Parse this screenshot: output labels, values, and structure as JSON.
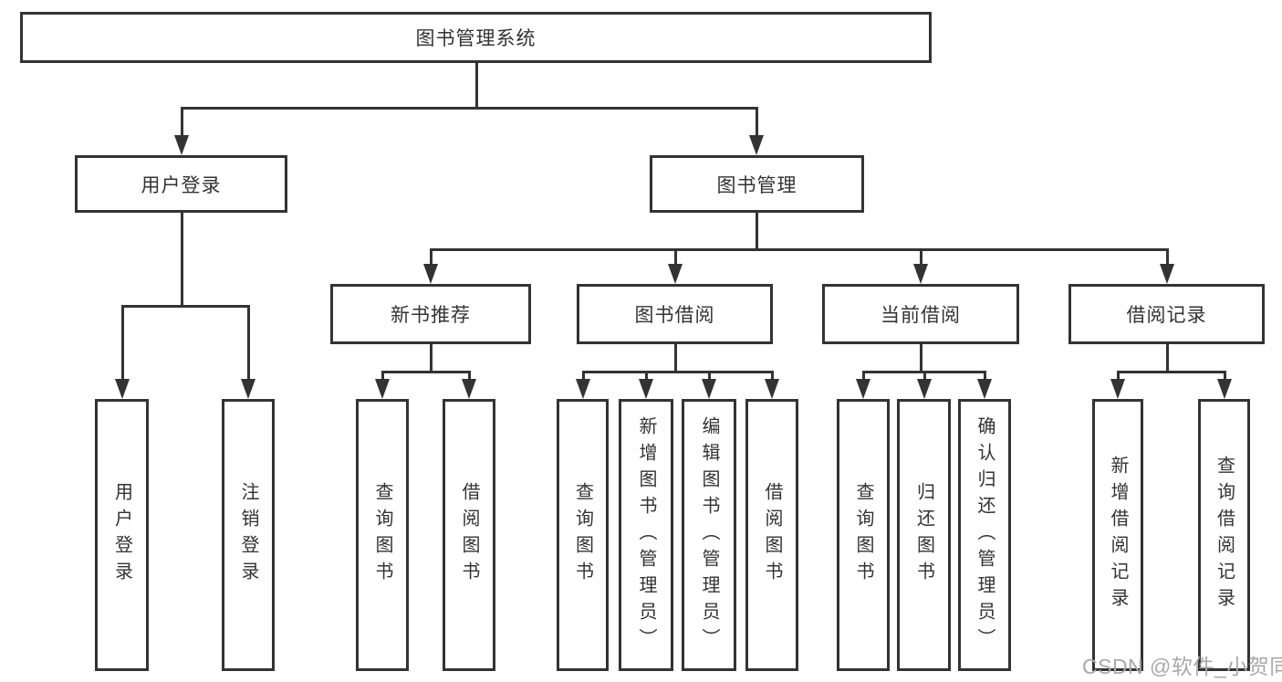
{
  "diagram": {
    "title": "图书管理系统",
    "nodes": {
      "root": "图书管理系统",
      "level2": [
        "用户登录",
        "图书管理"
      ],
      "level3": [
        "新书推荐",
        "图书借阅",
        "当前借阅",
        "借阅记录"
      ],
      "leaves": [
        "用户登录",
        "注销登录",
        "查询图书",
        "借阅图书",
        "查询图书",
        "新增图书（管理员）",
        "编辑图书（管理员）",
        "借阅图书",
        "查询图书",
        "归还图书",
        "确认归还（管理员）",
        "新增借阅记录",
        "查询借阅记录"
      ]
    },
    "hierarchy": {
      "图书管理系统": {
        "用户登录": [
          "用户登录",
          "注销登录"
        ],
        "图书管理": {
          "新书推荐": [
            "查询图书",
            "借阅图书"
          ],
          "图书借阅": [
            "查询图书",
            "新增图书（管理员）",
            "编辑图书（管理员）",
            "借阅图书"
          ],
          "当前借阅": [
            "查询图书",
            "归还图书",
            "确认归还（管理员）"
          ],
          "借阅记录": [
            "新增借阅记录",
            "查询借阅记录"
          ]
        }
      }
    },
    "colors": {
      "line": "#333333",
      "text": "#333333",
      "background": "#ffffff",
      "watermark": "#a9a9a9"
    },
    "watermark": "CSDN @软件_小贺同学"
  }
}
